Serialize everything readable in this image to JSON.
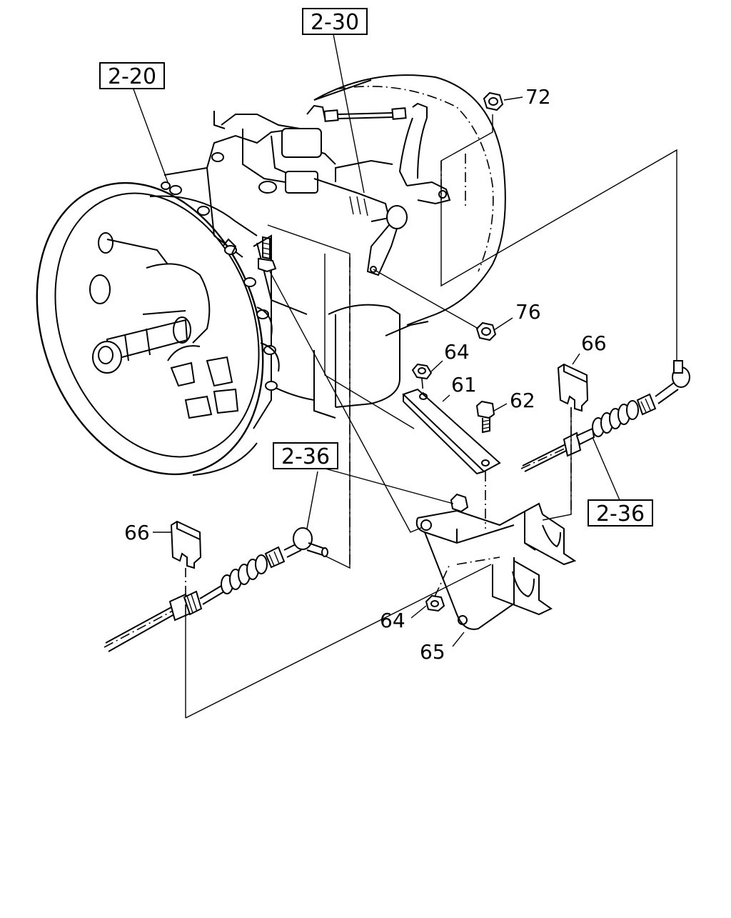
{
  "refs": {
    "r_2_30": "2-30",
    "r_2_20": "2-20",
    "r_2_36_left": "2-36",
    "r_2_36_right": "2-36"
  },
  "parts": {
    "p72": "72",
    "p76": "76",
    "p64_top": "64",
    "p61": "61",
    "p62": "62",
    "p66_right": "66",
    "p66_left": "66",
    "p64_bottom": "64",
    "p65": "65"
  }
}
